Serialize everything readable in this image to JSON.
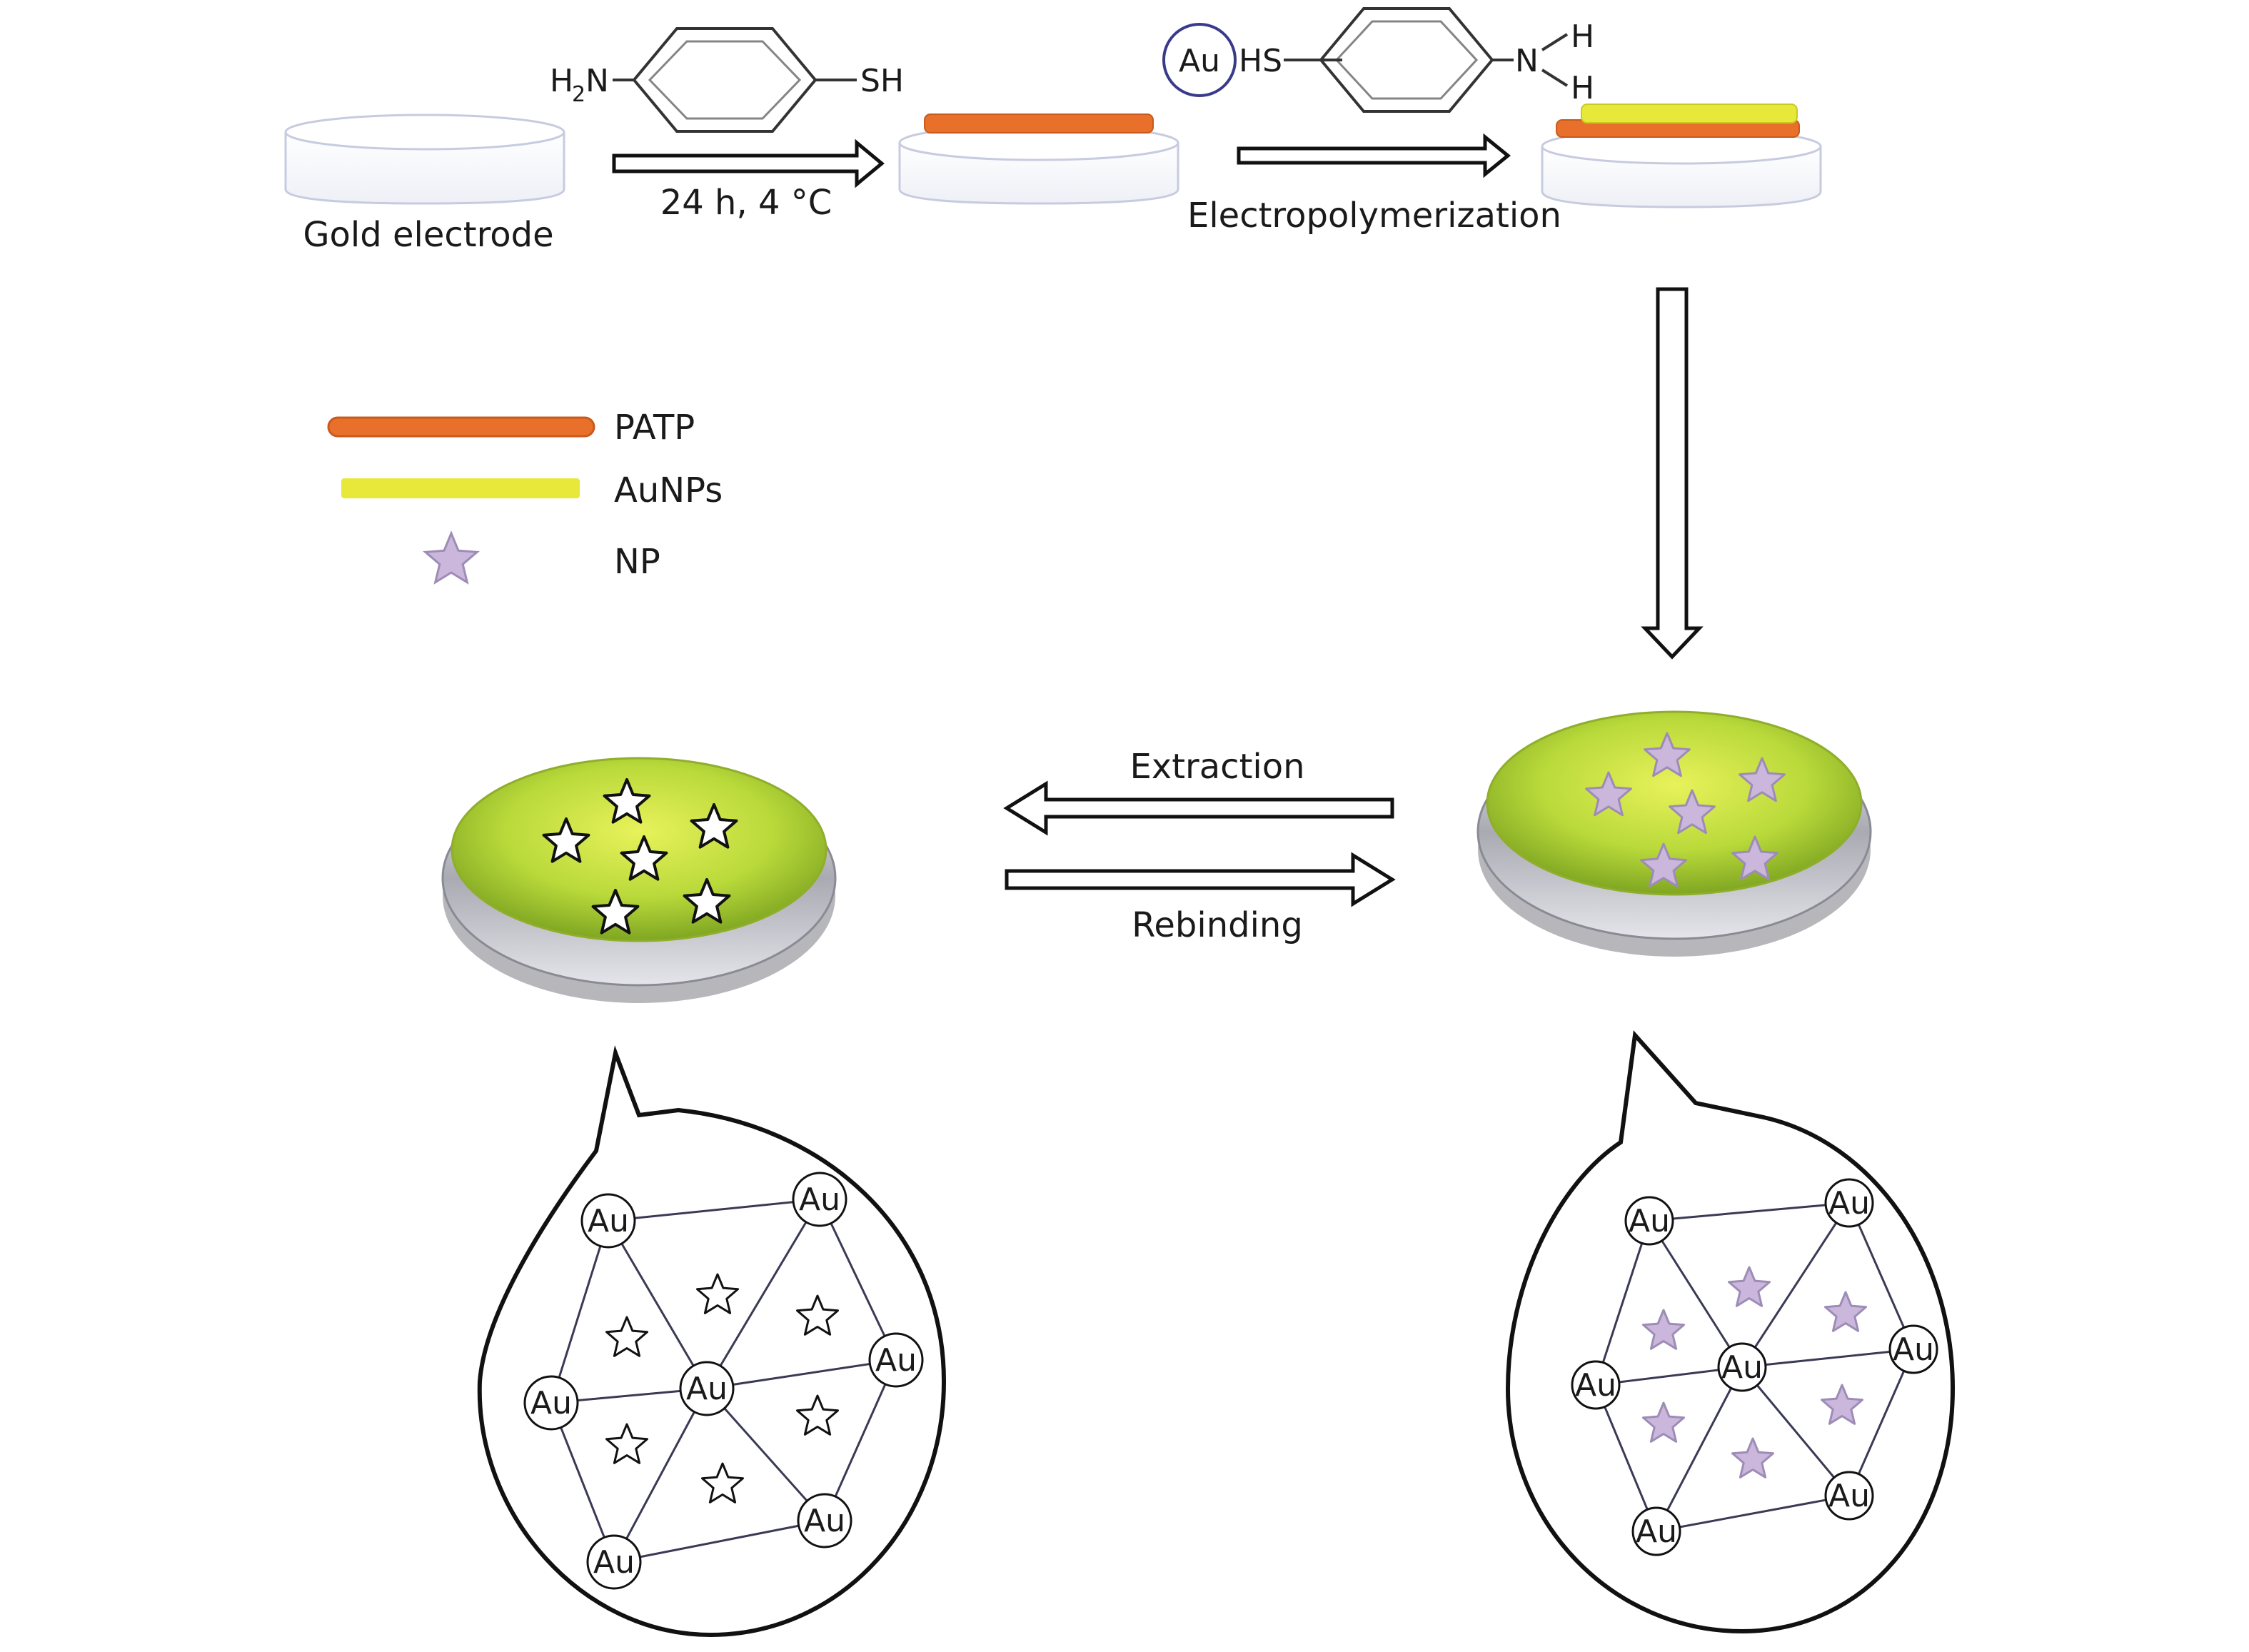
{
  "steps": {
    "gold_electrode_label": "Gold electrode",
    "step1_condition": "24 h, 4 °C",
    "step2_label": "Electropolymerization"
  },
  "molecules": {
    "atp_left": "H",
    "atp_left_sub": "2",
    "atp_left_n": "N",
    "atp_right": "SH",
    "au_circle": "Au",
    "hs_label": "HS",
    "n_label": "N",
    "h_top": "H",
    "h_bottom": "H"
  },
  "legend": {
    "items": [
      {
        "label": "PATP",
        "color": "#e8702a"
      },
      {
        "label": "AuNPs",
        "color": "#e8e83a"
      },
      {
        "label": "NP",
        "color": "#cbb7dc"
      }
    ]
  },
  "cycle": {
    "extraction_label": "Extraction",
    "rebinding_label": "Rebinding"
  },
  "lattice": {
    "node_label": "Au"
  },
  "colors": {
    "patp": "#e8702a",
    "aunps": "#e8e83a",
    "np_star": "#cbb7dc",
    "electrode_face": "#b8d83a"
  }
}
